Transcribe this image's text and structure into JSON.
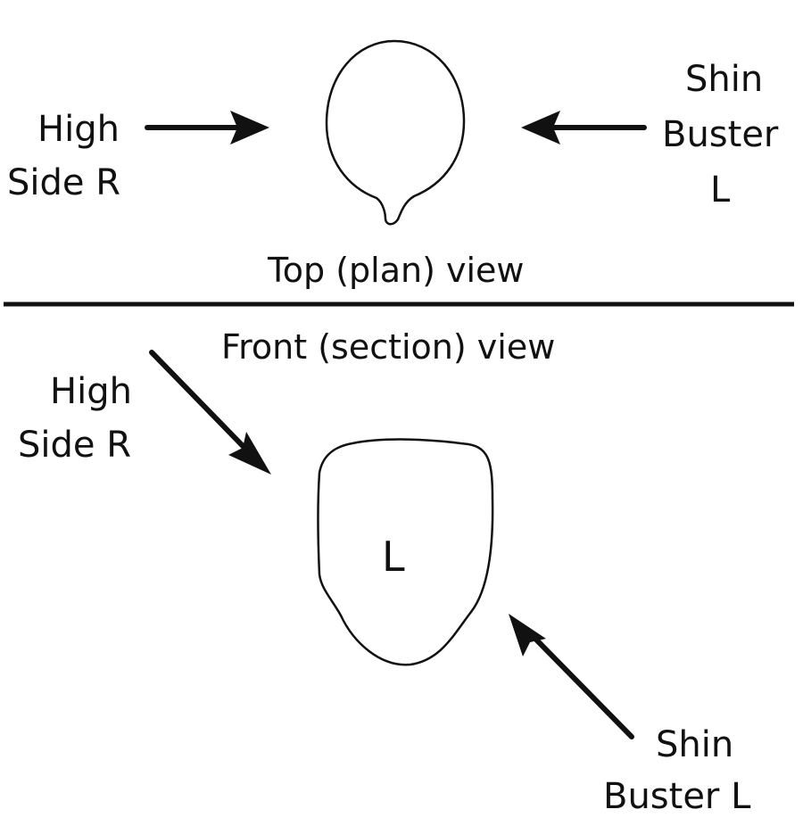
{
  "top_view": {
    "caption": "Top (plan) view",
    "left_label": [
      "High",
      "Side R"
    ],
    "right_label": [
      "Shin",
      "Buster",
      "L"
    ]
  },
  "front_view": {
    "caption": "Front (section) view",
    "left_label": [
      "High",
      "Side R"
    ],
    "right_label": [
      "Shin",
      "Buster L"
    ],
    "inner_label": "L"
  },
  "colors": {
    "ink": "#111111",
    "background": "#ffffff"
  }
}
